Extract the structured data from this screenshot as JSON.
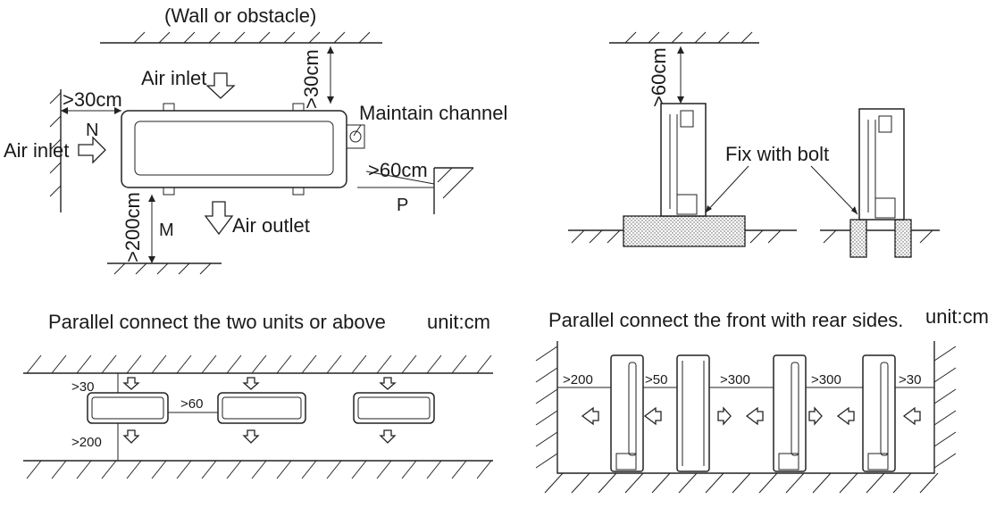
{
  "top_left": {
    "wall_label": "(Wall or obstacle)",
    "air_inlet_top": "Air inlet",
    "top_clearance": ">30cm",
    "maintain_channel": "Maintain channel",
    "left_clearance": ">30cm",
    "n_label": "N",
    "air_inlet_left": "Air inlet",
    "right_clearance": ">60cm",
    "p_label": "P",
    "bottom_clearance": ">200cm",
    "m_label": "M",
    "air_outlet": "Air outlet"
  },
  "top_right": {
    "top_clearance": ">60cm",
    "fix_bolt": "Fix with bolt"
  },
  "bottom_left": {
    "title": "Parallel connect the two units or above",
    "unit": "unit:cm",
    "gap_top": ">30",
    "gap_between": ">60",
    "gap_bottom": ">200"
  },
  "bottom_right": {
    "title": "Parallel connect the front with rear sides.",
    "unit": "unit:cm",
    "gaps": [
      ">200",
      ">50",
      ">300",
      ">300",
      ">30"
    ]
  }
}
